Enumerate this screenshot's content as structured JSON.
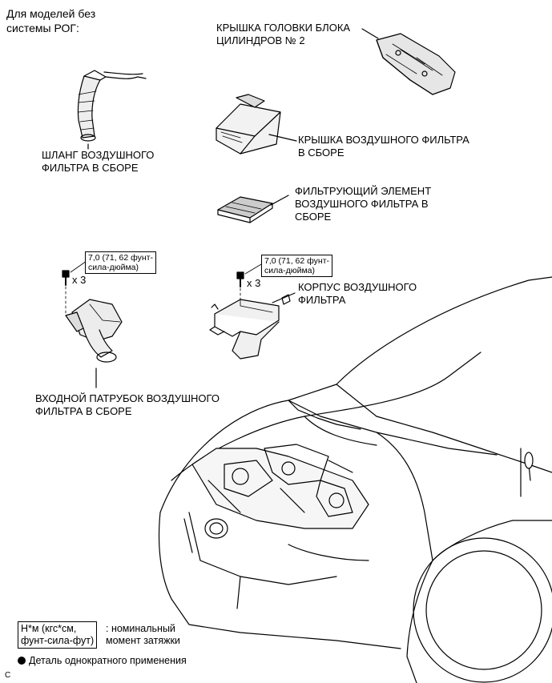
{
  "header": {
    "line1": "Для моделей без",
    "line2": "системы РОГ:"
  },
  "parts": {
    "head_cover": {
      "line1": "КРЫШКА ГОЛОВКИ БЛОКА",
      "line2": "ЦИЛИНДРОВ № 2"
    },
    "hose": {
      "line1": "ШЛАНГ ВОЗДУШНОГО",
      "line2": "ФИЛЬТРА В СБОРЕ"
    },
    "filter_cover": {
      "line1": "КРЫШКА ВОЗДУШНОГО ФИЛЬТРА",
      "line2": "В СБОРЕ"
    },
    "filter_element": {
      "line1": "ФИЛЬТРУЮЩИЙ ЭЛЕМЕНТ",
      "line2": "ВОЗДУШНОГО ФИЛЬТРА В",
      "line3": "СБОРЕ"
    },
    "housing": {
      "line1": "КОРПУС ВОЗДУШНОГО",
      "line2": "ФИЛЬТРА"
    },
    "inlet": {
      "line1": "ВХОДНОЙ ПАТРУБОК ВОЗДУШНОГО",
      "line2": "ФИЛЬТРА В СБОРЕ"
    }
  },
  "torque": {
    "left": {
      "line1": "7,0 (71, 62 фунт-",
      "line2": "сила-дюйма)",
      "qty": "x 3"
    },
    "right": {
      "line1": "7,0 (71, 62 фунт-",
      "line2": "сила-дюйма)",
      "qty": "x 3"
    }
  },
  "legend": {
    "unit_line1": "Н*м (кгс*см,",
    "unit_line2": "фунт-сила-фут)",
    "unit_desc_line1": ": номинальный",
    "unit_desc_line2": "момент затяжки",
    "one_time": "Деталь однократного применения"
  },
  "figure_code": "C"
}
